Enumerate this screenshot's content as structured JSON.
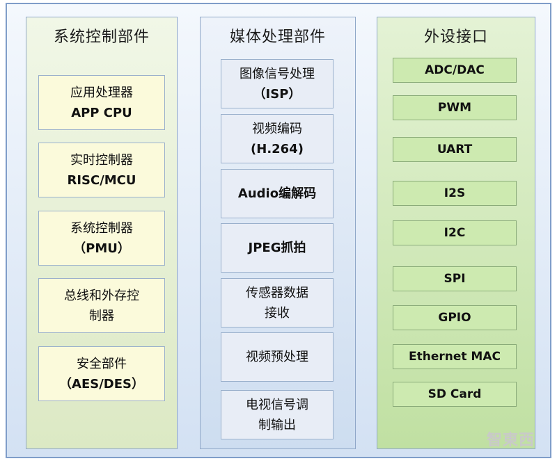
{
  "columns": [
    {
      "title": "系统控制部件",
      "items": [
        {
          "line1": "应用处理器",
          "line2": "APP CPU"
        },
        {
          "line1": "实时控制器",
          "line2": "RISC/MCU"
        },
        {
          "line1": "系统控制器",
          "line2": "（PMU）"
        },
        {
          "line1": "总线和外存控",
          "line2": "制器"
        },
        {
          "line1": "安全部件",
          "line2": "（AES/DES）"
        }
      ]
    },
    {
      "title": "媒体处理部件",
      "items": [
        {
          "line1": "图像信号处理",
          "line2": "（ISP）"
        },
        {
          "line1": "视频编码",
          "line2": "(H.264)"
        },
        {
          "line1": "Audio编解码",
          "line2": ""
        },
        {
          "line1": "JPEG抓拍",
          "line2": ""
        },
        {
          "line1": "传感器数据",
          "line2": "接收"
        },
        {
          "line1": "视频预处理",
          "line2": ""
        },
        {
          "line1": "电视信号调",
          "line2": "制输出"
        }
      ]
    },
    {
      "title": "外设接口",
      "items": [
        "ADC/DAC",
        "PWM",
        "UART",
        "I2S",
        "I2C",
        "SPI",
        "GPIO",
        "Ethernet MAC",
        "SD Card"
      ]
    }
  ],
  "watermark": "智東西"
}
